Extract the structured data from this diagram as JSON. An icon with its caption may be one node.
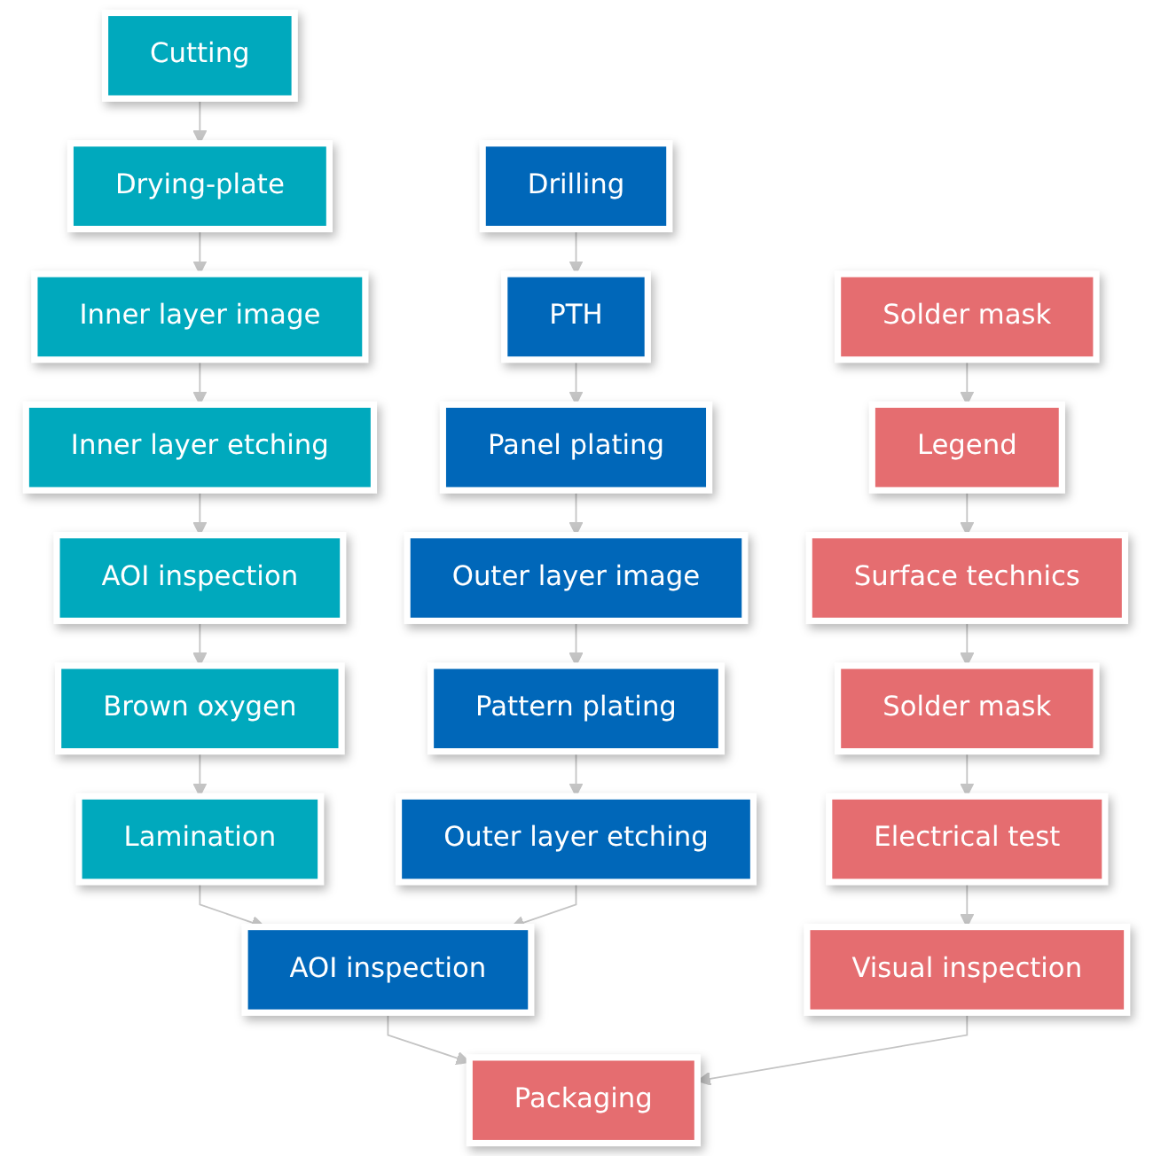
{
  "diagram": {
    "nodes": [
      {
        "text": [
          "Cutting"
        ]
      },
      {
        "text": [
          "Drying-plate"
        ]
      },
      {
        "text": [
          "Inner layer image"
        ]
      },
      {
        "text": [
          "Inner layer etching"
        ]
      },
      {
        "text": [
          "AOI inspection"
        ]
      },
      {
        "text": [
          "Brown oxygen"
        ]
      },
      {
        "text": [
          "Lamination"
        ]
      },
      {
        "text": [
          "Drilling"
        ]
      },
      {
        "text": [
          "PTH"
        ]
      },
      {
        "text": [
          "Panel plating"
        ]
      },
      {
        "text": [
          "Outer layer image"
        ]
      },
      {
        "text": [
          "Pattern plating"
        ]
      },
      {
        "text": [
          "Outer layer etching"
        ]
      },
      {
        "text": [
          "AOI inspection"
        ]
      },
      {
        "text": [
          "Solder mask"
        ]
      },
      {
        "text": [
          "Legend"
        ]
      },
      {
        "text": [
          "Surface technics"
        ]
      },
      {
        "text": [
          "Solder mask"
        ]
      },
      {
        "text": [
          "Electrical test"
        ]
      },
      {
        "text": [
          "Visual inspection"
        ]
      },
      {
        "text": [
          "Packaging"
        ]
      }
    ],
    "edges": [
      {
        "from": 0,
        "to": 1,
        "arrow": "to"
      },
      {
        "from": 1,
        "to": 2,
        "arrow": "to"
      },
      {
        "from": 2,
        "to": 3,
        "arrow": "to"
      },
      {
        "from": 3,
        "to": 4,
        "arrow": "to"
      },
      {
        "from": 4,
        "to": 5,
        "arrow": "to"
      },
      {
        "from": 5,
        "to": 6,
        "arrow": "to"
      },
      {
        "from": 7,
        "to": 8,
        "arrow": "to"
      },
      {
        "from": 8,
        "to": 9,
        "arrow": "to"
      },
      {
        "from": 9,
        "to": 10,
        "arrow": "to"
      },
      {
        "from": 10,
        "to": 11,
        "arrow": "to"
      },
      {
        "from": 11,
        "to": 12,
        "arrow": "to"
      },
      {
        "from": 12,
        "to": 13,
        "arrow": "to"
      },
      {
        "from": 14,
        "to": 15,
        "arrow": "to"
      },
      {
        "from": 15,
        "to": 16,
        "arrow": "to"
      },
      {
        "from": 16,
        "to": 17,
        "arrow": "to"
      },
      {
        "from": 17,
        "to": 18,
        "arrow": "to"
      },
      {
        "from": 18,
        "to": 19,
        "arrow": "to"
      },
      {
        "from": 19,
        "to": 20,
        "arrow": "to"
      },
      {
        "from": 6,
        "to": 13,
        "arrow": "to"
      },
      {
        "from": 13,
        "to": 20,
        "arrow": "to"
      }
    ]
  }
}
